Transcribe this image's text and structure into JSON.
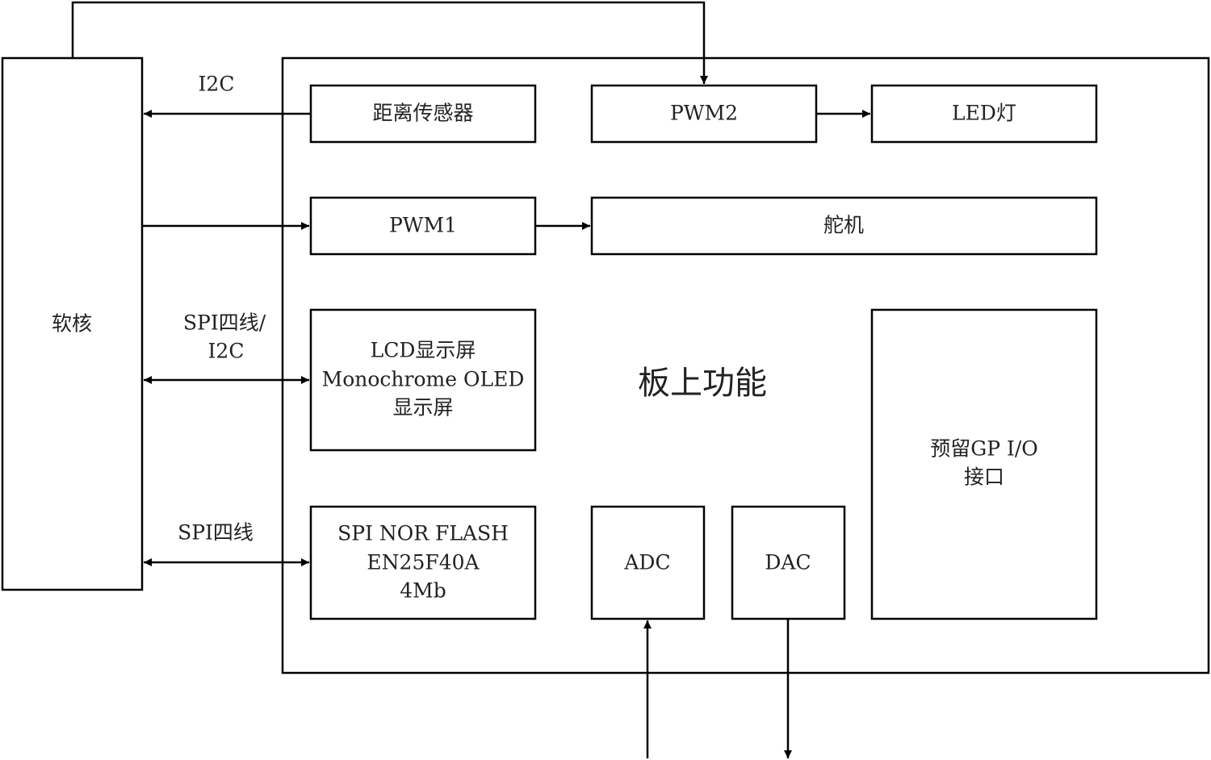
{
  "diagram": {
    "soft_core": "软核",
    "board_title": "板上功能",
    "blocks": {
      "distance_sensor": "距离传感器",
      "pwm2": "PWM2",
      "led": "LED灯",
      "pwm1": "PWM1",
      "servo": "舵机",
      "lcd_line1": "LCD显示屏",
      "lcd_line2": "Monochrome OLED",
      "lcd_line3": "显示屏",
      "gpio_line1": "预留GP I/O",
      "gpio_line2": "接口",
      "flash_line1": "SPI NOR FLASH",
      "flash_line2": "EN25F40A",
      "flash_line3": "4Mb",
      "adc": "ADC",
      "dac": "DAC"
    },
    "links": {
      "i2c": "I2C",
      "spi_i2c_line1": "SPI四线/",
      "spi_i2c_line2": "I2C",
      "spi4": "SPI四线"
    }
  }
}
